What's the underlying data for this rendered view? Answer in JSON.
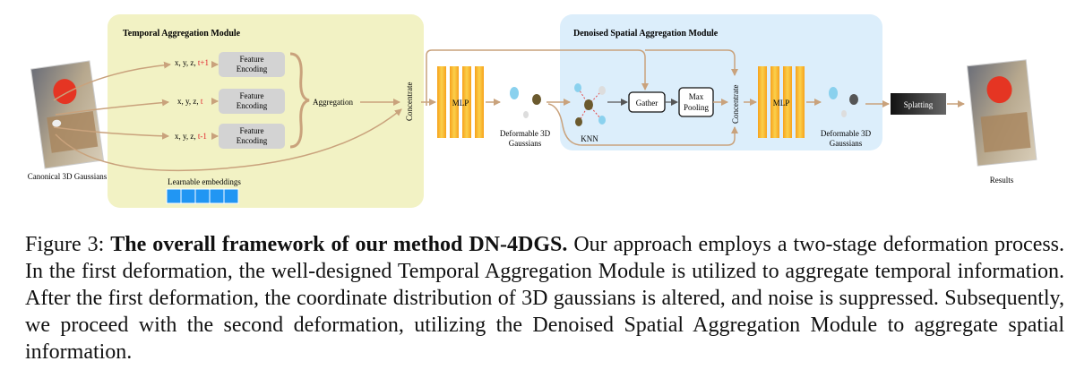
{
  "tam": {
    "title": "Temporal Aggregation Module",
    "inputs": [
      {
        "prefix": "x, y, z, ",
        "t": "t+1"
      },
      {
        "prefix": "x, y, z, ",
        "t": "t"
      },
      {
        "prefix": "x, y, z, ",
        "t": "t-1"
      }
    ],
    "feature_line1": "Feature",
    "feature_line2": "Encoding",
    "aggregation": "Aggregation",
    "learnable": "Learnable embeddings"
  },
  "dsam": {
    "title": "Denoised Spatial Aggregation Module",
    "gather": "Gather",
    "maxpool_line1": "Max",
    "maxpool_line2": "Pooling",
    "knn": "KNN"
  },
  "labels": {
    "canonical": "Canonical 3D Gaussians",
    "concatenate": "Concentrate",
    "mlp": "MLP",
    "deformable_line1": "Deformable 3D",
    "deformable_line2": "Gaussians",
    "splatting": "Splatting",
    "results": "Results"
  },
  "caption": {
    "figure_label": "Figure 3:",
    "bold": "The overall framework of our method DN-4DGS.",
    "text": "Our approach employs a two-stage deformation process. In the first deformation, the well-designed Temporal Aggregation Module is utilized to aggregate temporal information. After the first deformation, the coordinate distribution of 3D gaussians is altered, and noise is suppressed. Subsequently, we proceed with the second deformation, utilizing the Denoised Spatial Aggregation Module to aggregate spatial information."
  },
  "colors": {
    "tam_bg": "#f2f2c4",
    "dsam_bg": "#dceefb",
    "arrow": "#c9a27c",
    "accent_red": "#e0202a",
    "embed_blue": "#2196f3"
  }
}
